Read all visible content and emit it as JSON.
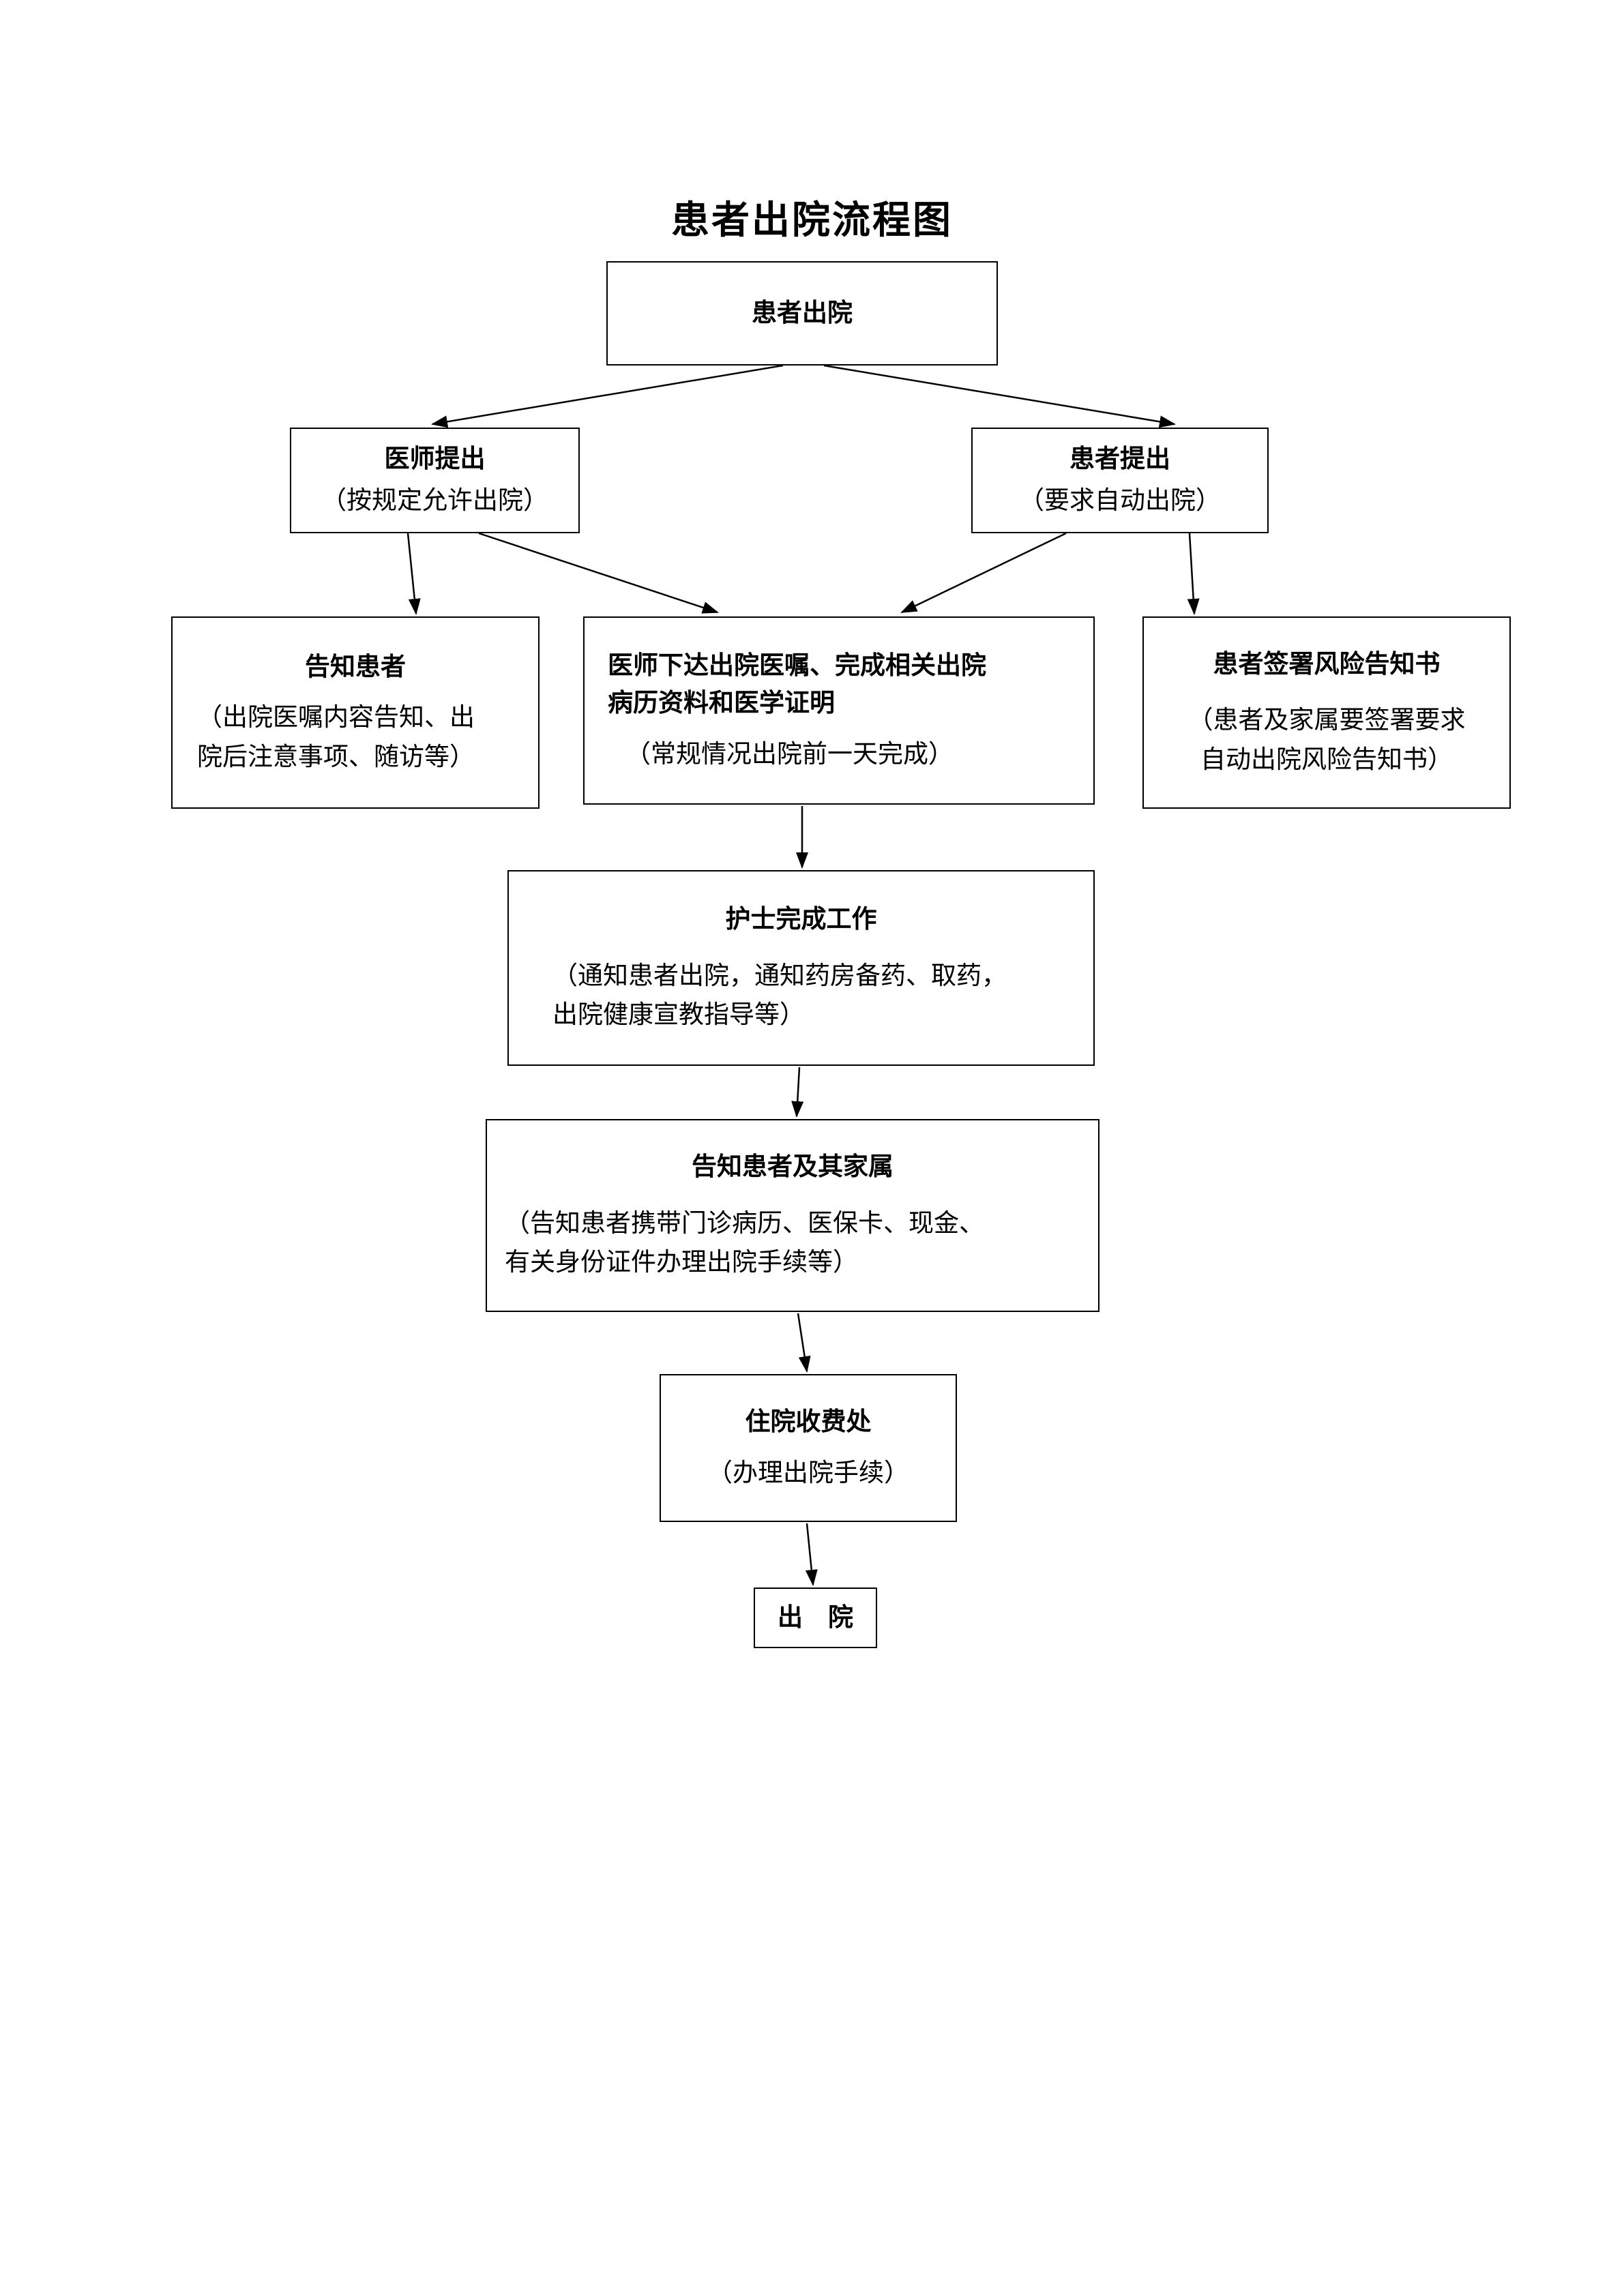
{
  "page": {
    "title": "患者出院流程图",
    "background_color": "#ffffff",
    "line_color": "#000000"
  },
  "nodes": {
    "start": {
      "title": "患者出院"
    },
    "doctor_proposes": {
      "title": "医师提出",
      "subtitle": "（按规定允许出院）"
    },
    "patient_proposes": {
      "title": "患者提出",
      "subtitle": "（要求自动出院）"
    },
    "inform_patient": {
      "title": "告知患者",
      "subtitle": "（出院医嘱内容告知、出\n院后注意事项、随访等）"
    },
    "doctor_orders": {
      "title": "医师下达出院医嘱、完成相关出院\n病历资料和医学证明",
      "subtitle": "（常规情况出院前一天完成）"
    },
    "risk_notice": {
      "title": "患者签署风险告知书",
      "subtitle": "（患者及家属要签署要求\n自动出院风险告知书）"
    },
    "nurse_work": {
      "title": "护士完成工作",
      "subtitle": "（通知患者出院，通知药房备药、取药，\n出院健康宣教指导等）"
    },
    "inform_family": {
      "title": "告知患者及其家属",
      "subtitle": "（告知患者携带门诊病历、医保卡、现金、\n有关身份证件办理出院手续等）"
    },
    "cashier": {
      "title": "住院收费处",
      "subtitle": "（办理出院手续）"
    },
    "discharged": {
      "title": "出　院"
    }
  },
  "edges": [
    {
      "from": "start",
      "to": "doctor_proposes"
    },
    {
      "from": "start",
      "to": "patient_proposes"
    },
    {
      "from": "doctor_proposes",
      "to": "inform_patient"
    },
    {
      "from": "doctor_proposes",
      "to": "doctor_orders"
    },
    {
      "from": "patient_proposes",
      "to": "doctor_orders"
    },
    {
      "from": "patient_proposes",
      "to": "risk_notice"
    },
    {
      "from": "doctor_orders",
      "to": "nurse_work"
    },
    {
      "from": "nurse_work",
      "to": "inform_family"
    },
    {
      "from": "inform_family",
      "to": "cashier"
    },
    {
      "from": "cashier",
      "to": "discharged"
    }
  ]
}
